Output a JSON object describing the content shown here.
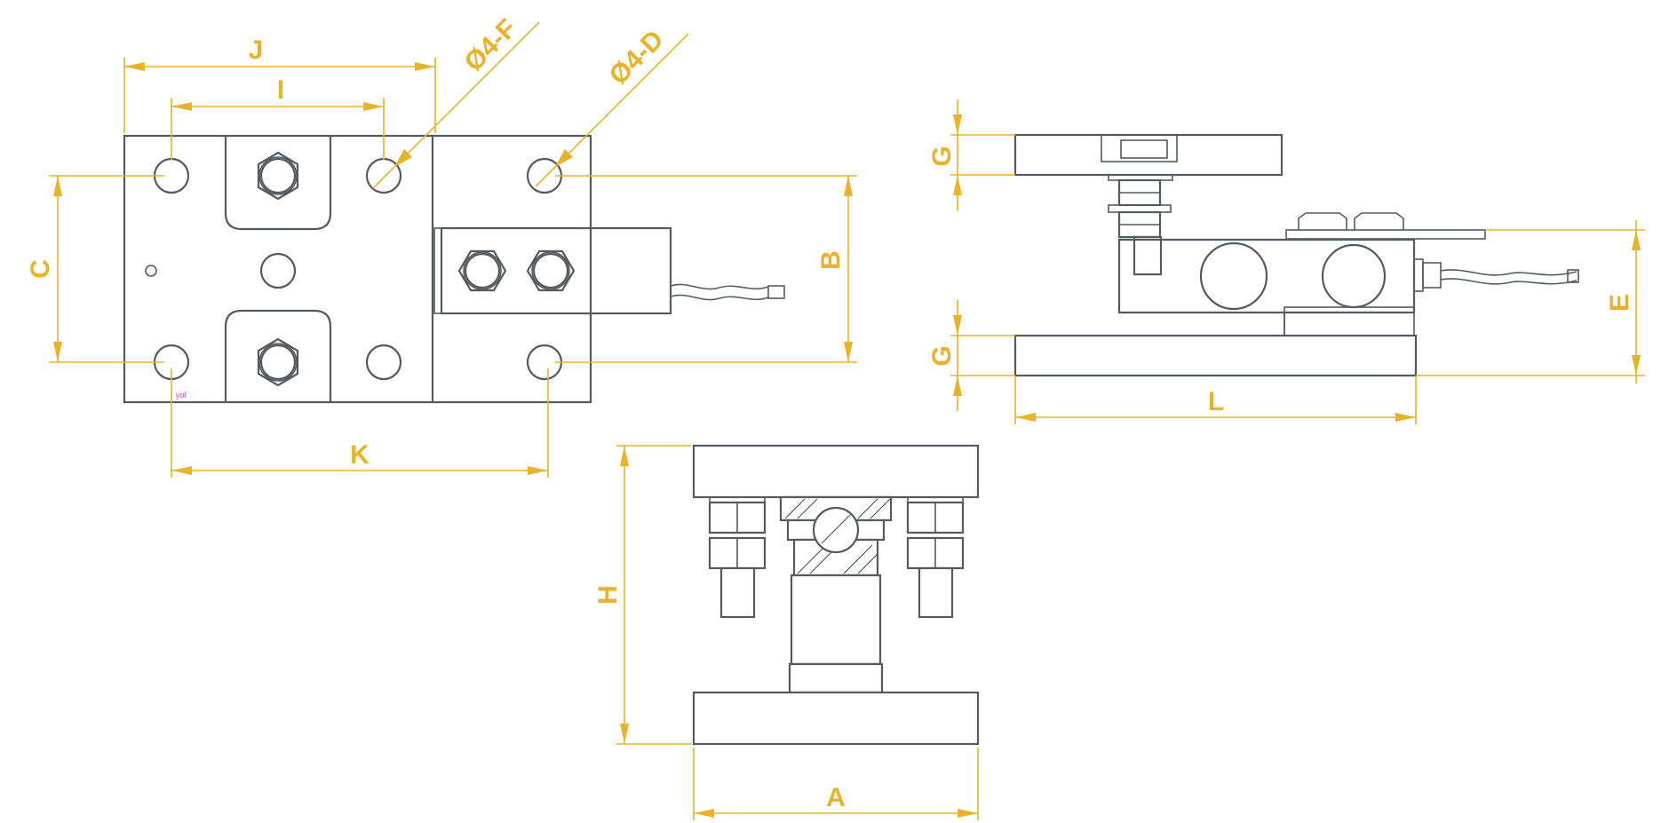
{
  "drawing": {
    "stroke_color": "#555a5e",
    "dimension_color": "#e8b22a",
    "marker_color": "#c050d0",
    "labels": {
      "j": "J",
      "i": "I",
      "f": "Ø4-F",
      "d": "Ø4-D",
      "c": "C",
      "b": "B",
      "k": "K",
      "g_top": "G",
      "g_bottom": "G",
      "e": "E",
      "l": "L",
      "h": "H",
      "a": "A"
    },
    "origin_marker": "yol"
  }
}
